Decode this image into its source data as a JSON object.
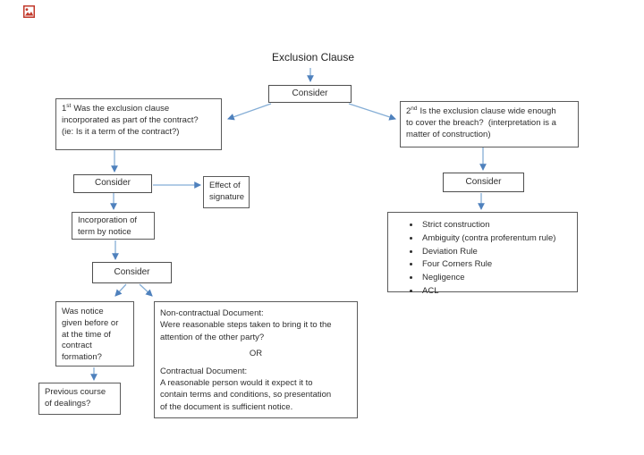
{
  "header": {
    "title": "Exclusion Clause"
  },
  "icon": {
    "broken_image": "broken-image-indicator"
  },
  "colors": {
    "background": "#ffffff",
    "box_border": "#5b5b5b",
    "text": "#2e2e2e",
    "connector_line": "#85aed6",
    "arrowhead": "#4f81bd",
    "broken_icon_red": "#c2392b"
  },
  "nodes": {
    "consider_top": {
      "label": "Consider"
    },
    "q1": {
      "sup_num": "1",
      "sup_suffix": "st",
      "lines": [
        "Was the exclusion clause",
        "incorporated as part of the contract?",
        "(ie: Is it a term of the contract?)"
      ]
    },
    "q2": {
      "sup_num": "2",
      "sup_suffix": "nd",
      "lines": [
        "Is the exclusion clause wide enough",
        "to cover the breach?  (interpretation is a",
        "matter of construction)"
      ]
    },
    "consider_left": {
      "label": "Consider"
    },
    "effect": {
      "lines": [
        "Effect of",
        "signature"
      ]
    },
    "incorporation": {
      "lines": [
        "Incorporation of",
        "term by notice"
      ]
    },
    "consider_mid": {
      "label": "Consider"
    },
    "was_notice": {
      "lines": [
        "Was notice",
        "given before or",
        "at the time of",
        "contract",
        "formation?"
      ]
    },
    "previous": {
      "lines": [
        "Previous course",
        "of dealings?"
      ]
    },
    "doc": {
      "lines1": [
        "Non-contractual Document:",
        "Were reasonable steps taken to bring it to the",
        "attention of the other party?"
      ],
      "or_label": "OR",
      "lines2": [
        "Contractual Document:",
        "A reasonable person would it expect it to",
        "contain terms and conditions, so presentation",
        "of the document is sufficient notice."
      ]
    },
    "consider_right": {
      "label": "Consider"
    },
    "bullets": {
      "items": [
        "Strict construction",
        "Ambiguity (contra proferentum rule)",
        "Deviation Rule",
        "Four Corners Rule",
        "Negligence",
        "ACL"
      ]
    }
  }
}
